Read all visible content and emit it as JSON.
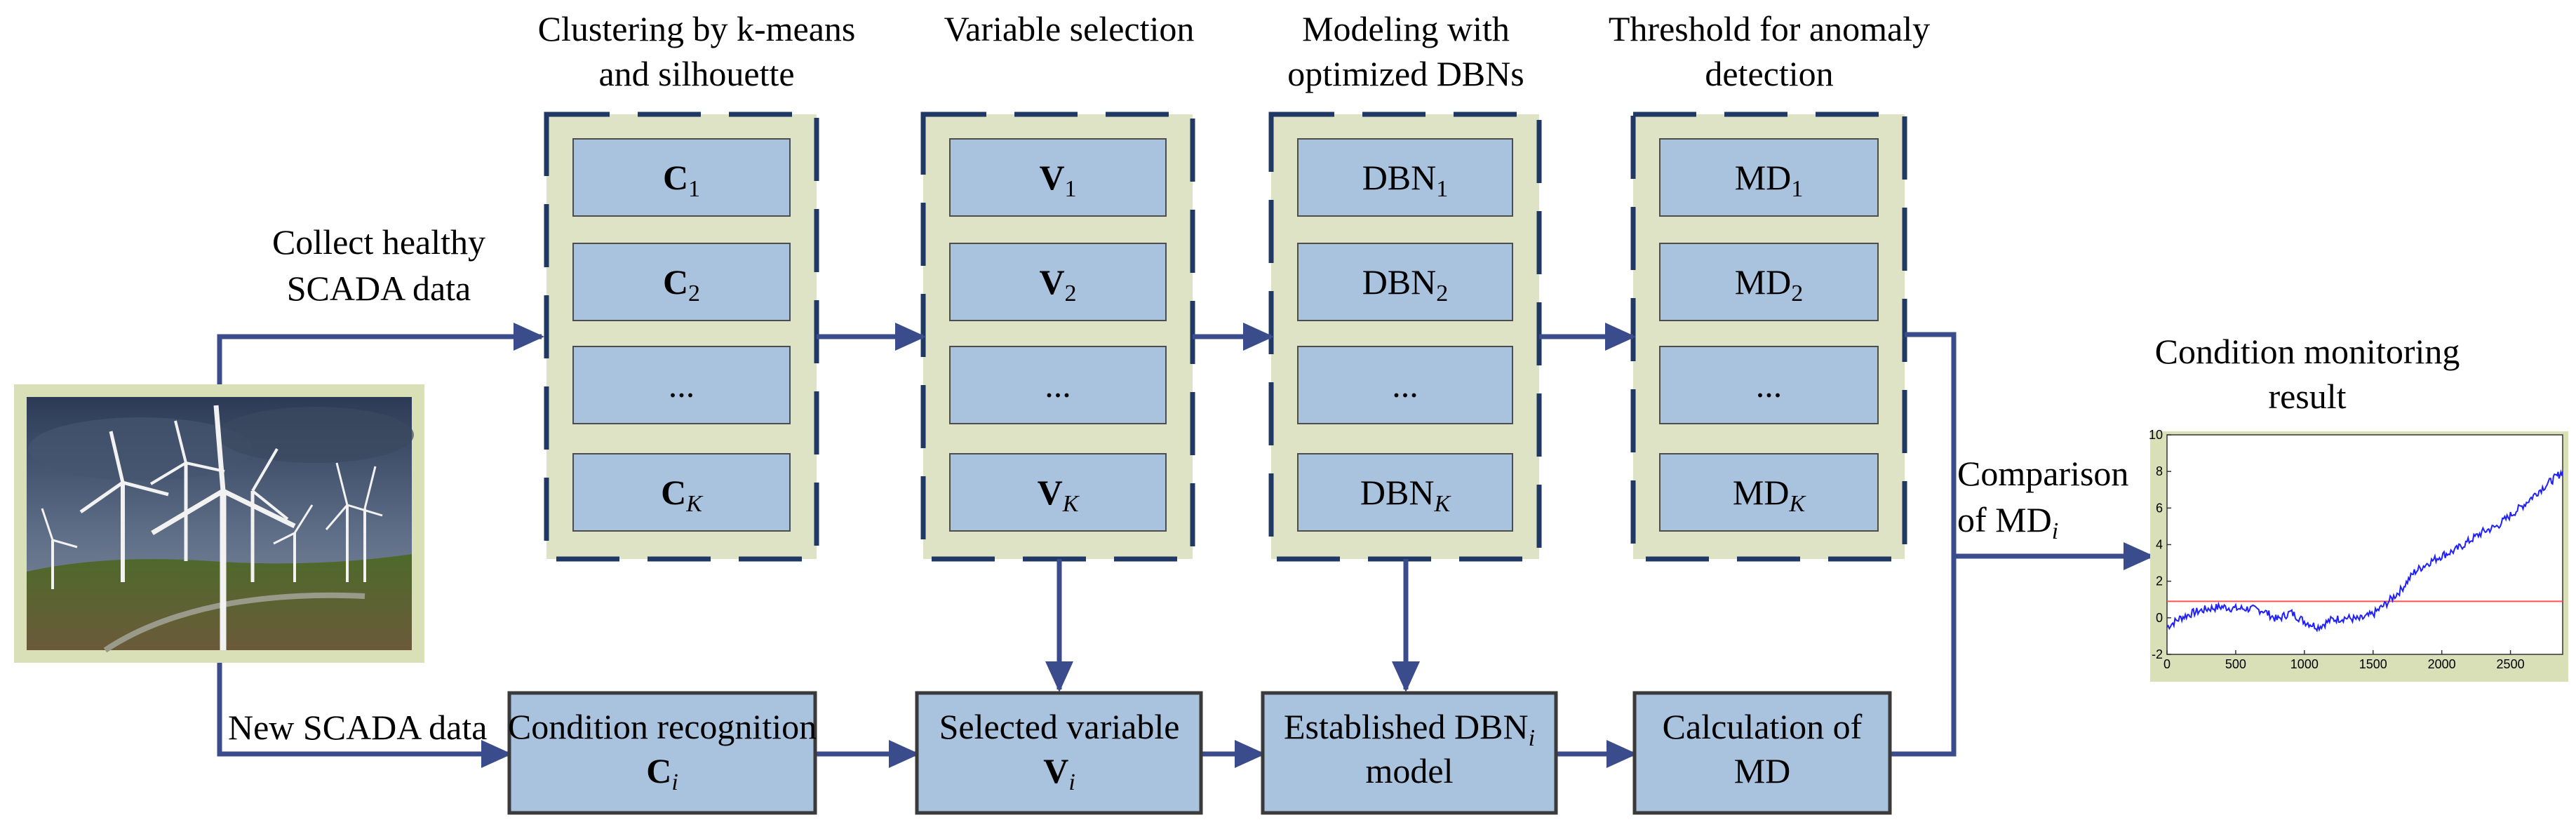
{
  "colors": {
    "panel_fill": "#dde3c4",
    "panel_border": "#1f3864",
    "box_fill": "#a9c3df",
    "box_border": "#4d4d4d",
    "arrow": "#3b4c8c",
    "series_line": "#2020ff",
    "threshold_line": "#ff5050"
  },
  "stages": [
    {
      "title_lines": [
        "Clustering by k-means",
        "and  silhouette"
      ],
      "items": [
        {
          "main": "C",
          "sub": "1",
          "bold": true
        },
        {
          "main": "C",
          "sub": "2",
          "bold": true
        },
        {
          "main": "...",
          "sub": "",
          "bold": false
        },
        {
          "main": "C",
          "sub": "K",
          "bold": true,
          "sub_italic": true
        }
      ]
    },
    {
      "title_lines": [
        "Variable selection"
      ],
      "items": [
        {
          "main": "V",
          "sub": "1",
          "bold": true
        },
        {
          "main": "V",
          "sub": "2",
          "bold": true
        },
        {
          "main": "...",
          "sub": "",
          "bold": false
        },
        {
          "main": "V",
          "sub": "K",
          "bold": true,
          "sub_italic": true
        }
      ]
    },
    {
      "title_lines": [
        "Modeling with",
        "optimized DBNs"
      ],
      "items": [
        {
          "main": "DBN",
          "sub": "1",
          "bold": false
        },
        {
          "main": "DBN",
          "sub": "2",
          "bold": false
        },
        {
          "main": "...",
          "sub": "",
          "bold": false
        },
        {
          "main": "DBN",
          "sub": "K",
          "bold": false,
          "sub_italic": true
        }
      ]
    },
    {
      "title_lines": [
        "Threshold for anomaly",
        "detection"
      ],
      "items": [
        {
          "main": "MD",
          "sub": "1",
          "bold": false
        },
        {
          "main": "MD",
          "sub": "2",
          "bold": false
        },
        {
          "main": "...",
          "sub": "",
          "bold": false
        },
        {
          "main": "MD",
          "sub": "K",
          "bold": false,
          "sub_italic": true
        }
      ]
    }
  ],
  "bottom_boxes": [
    {
      "line1": "Condition recognition",
      "line2_main": "C",
      "line2_sub": "i",
      "line2_bold": true
    },
    {
      "line1": "Selected variable",
      "line2_main": "V",
      "line2_sub": "i",
      "line2_bold": true
    },
    {
      "line1": "Established DBN",
      "line1_sub": "i",
      "line2_main": "model",
      "line2_sub": "",
      "line2_bold": false
    },
    {
      "line1": "Calculation of",
      "line2_main": "MD",
      "line2_sub": "",
      "line2_bold": false
    }
  ],
  "labels": {
    "collect_line1": "Collect healthy",
    "collect_line2": "SCADA data",
    "new_scada": "New SCADA data",
    "comparison_line1": "Comparison",
    "comparison_line2_main": "of MD",
    "comparison_line2_sub": "i",
    "result_line1": "Condition monitoring",
    "result_line2": "result"
  },
  "photo": {
    "subject": "wind turbines on hillside"
  },
  "chart_data": {
    "type": "line",
    "title": "",
    "xlabel": "",
    "ylabel": "",
    "xlim": [
      0,
      2880
    ],
    "ylim": [
      -2,
      10
    ],
    "xticks": [
      0,
      500,
      1000,
      1500,
      2000,
      2500
    ],
    "yticks": [
      -2,
      0,
      2,
      4,
      6,
      8,
      10
    ],
    "threshold": 0.9,
    "series": [
      {
        "x": [
          0,
          100,
          200,
          300,
          400,
          500,
          600,
          700,
          800,
          900,
          1000,
          1100,
          1200,
          1300,
          1400,
          1500,
          1600,
          1700,
          1800,
          1900,
          2000,
          2100,
          2200,
          2300,
          2400,
          2500,
          2600,
          2700,
          2800,
          2880
        ],
        "y": [
          -0.5,
          0.0,
          0.3,
          0.5,
          0.6,
          0.5,
          0.5,
          0.4,
          -0.1,
          0.3,
          -0.2,
          -0.5,
          -0.1,
          0.0,
          -0.1,
          0.2,
          0.8,
          1.5,
          2.5,
          3.0,
          3.4,
          3.7,
          4.2,
          4.7,
          5.0,
          5.6,
          6.2,
          6.9,
          7.5,
          8.0
        ]
      }
    ]
  }
}
